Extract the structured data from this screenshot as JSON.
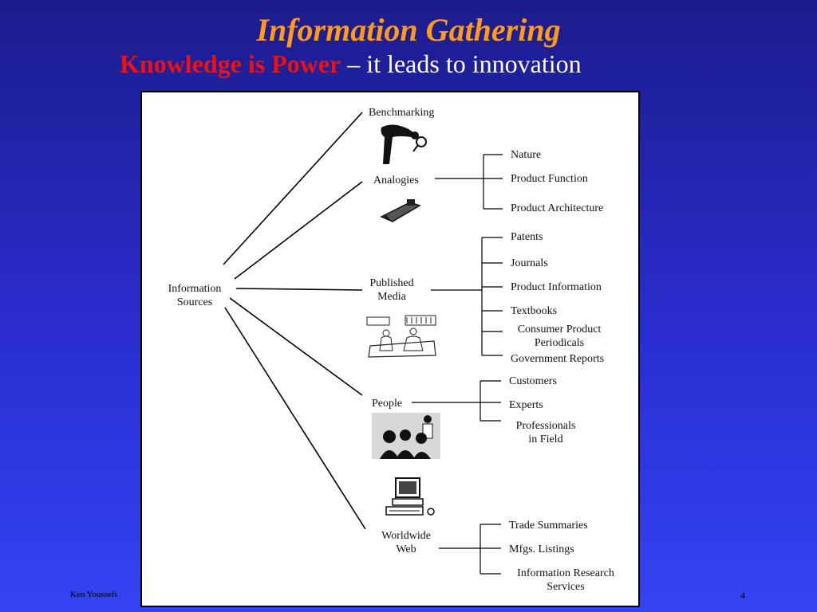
{
  "slide": {
    "title": "Information Gathering",
    "subtitle_accent": "Knowledge is Power",
    "subtitle_rest": " – it leads to innovation",
    "author": "Ken Youssefi",
    "page_number": "4"
  },
  "diagram": {
    "root": "Information\nSources",
    "benchmarking": "Benchmarking",
    "analogies": {
      "label": "Analogies",
      "items": [
        "Nature",
        "Product Function",
        "Product Architecture"
      ]
    },
    "published_media": {
      "label": "Published\nMedia",
      "items": [
        "Patents",
        "Journals",
        "Product Information",
        "Textbooks",
        "Consumer Product\nPeriodicals",
        "Government Reports"
      ]
    },
    "people": {
      "label": "People",
      "items": [
        "Customers",
        "Experts",
        "Professionals\nin Field"
      ]
    },
    "worldwide_web": {
      "label": "Worldwide\nWeb",
      "items": [
        "Trade Summaries",
        "Mfgs. Listings",
        "Information Research\nServices"
      ]
    }
  },
  "colors": {
    "title": "#ff9a1a",
    "accent": "#ee1111",
    "background_top": "#1c1c8c",
    "background_bottom": "#3344f4"
  }
}
